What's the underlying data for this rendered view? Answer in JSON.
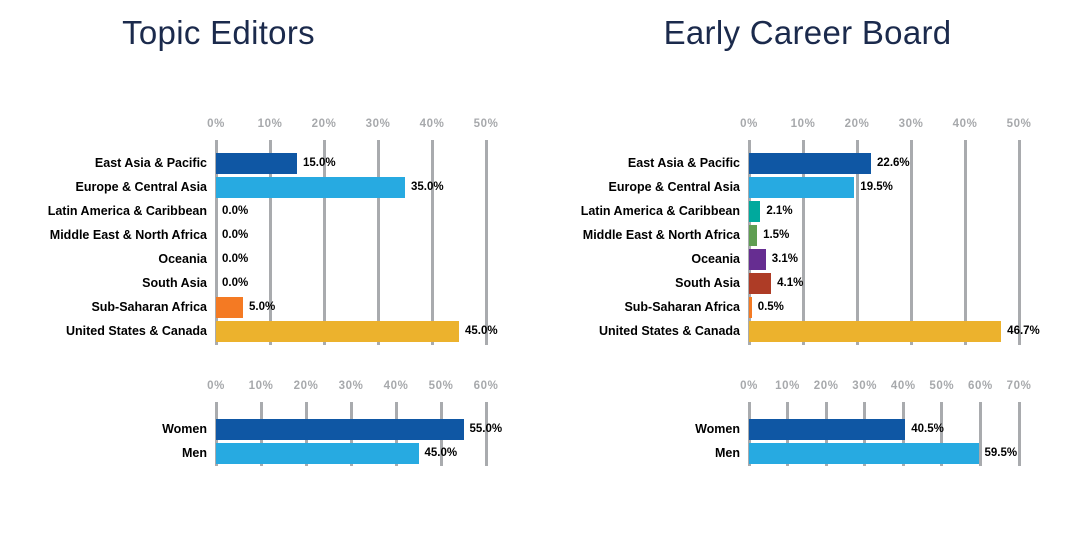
{
  "page": {
    "background": "#ffffff"
  },
  "panels": [
    {
      "title": "Topic Editors"
    },
    {
      "title": "Early Career Board"
    }
  ],
  "palette": {
    "title_navy": "#1b2a4c",
    "grid_gray": "#a9abae",
    "tick_gray": "#a7a9ac",
    "east_asia_pacific": "#0f57a4",
    "europe_central_asia": "#27aae1",
    "latin_america_caribbean": "#00a99d",
    "middle_east_north_africa": "#5f9e52",
    "oceania": "#662d91",
    "south_asia": "#ae3c26",
    "sub_saharan_africa": "#f47a23",
    "united_states_canada": "#ecb22d",
    "women": "#0f57a4",
    "men": "#27aae1"
  },
  "chart_data": [
    {
      "id": "topic-editors-by-region",
      "panel": "Topic Editors",
      "type": "bar",
      "orientation": "horizontal",
      "unit": "%",
      "axis": {
        "min": 0,
        "max": 50,
        "tick_labels": [
          "0%",
          "10%",
          "20%",
          "30%",
          "40%",
          "50%"
        ],
        "grid": true
      },
      "categories": [
        "East Asia & Pacific",
        "Europe & Central Asia",
        "Latin America & Caribbean",
        "Middle East & North Africa",
        "Oceania",
        "South Asia",
        "Sub-Saharan Africa",
        "United States & Canada"
      ],
      "values": [
        15.0,
        35.0,
        0.0,
        0.0,
        0.0,
        0.0,
        5.0,
        45.0
      ],
      "value_labels": [
        "15.0%",
        "35.0%",
        "0.0%",
        "0.0%",
        "0.0%",
        "0.0%",
        "5.0%",
        "45.0%"
      ],
      "bar_colors": [
        "#0f57a4",
        "#27aae1",
        "#00a99d",
        "#5f9e52",
        "#662d91",
        "#ae3c26",
        "#f47a23",
        "#ecb22d"
      ]
    },
    {
      "id": "topic-editors-by-gender",
      "panel": "Topic Editors",
      "type": "bar",
      "orientation": "horizontal",
      "unit": "%",
      "axis": {
        "min": 0,
        "max": 60,
        "tick_labels": [
          "0%",
          "10%",
          "20%",
          "30%",
          "40%",
          "50%",
          "60%"
        ],
        "grid": true
      },
      "categories": [
        "Women",
        "Men"
      ],
      "values": [
        55.0,
        45.0
      ],
      "value_labels": [
        "55.0%",
        "45.0%"
      ],
      "bar_colors": [
        "#0f57a4",
        "#27aae1"
      ]
    },
    {
      "id": "early-career-board-by-region",
      "panel": "Early Career Board",
      "type": "bar",
      "orientation": "horizontal",
      "unit": "%",
      "axis": {
        "min": 0,
        "max": 50,
        "tick_labels": [
          "0%",
          "10%",
          "20%",
          "30%",
          "40%",
          "50%"
        ],
        "grid": true
      },
      "categories": [
        "East Asia & Pacific",
        "Europe & Central Asia",
        "Latin America & Caribbean",
        "Middle East & North Africa",
        "Oceania",
        "South Asia",
        "Sub-Saharan Africa",
        "United States & Canada"
      ],
      "values": [
        22.6,
        19.5,
        2.1,
        1.5,
        3.1,
        4.1,
        0.5,
        46.7
      ],
      "value_labels": [
        "22.6%",
        "19.5%",
        "2.1%",
        "1.5%",
        "3.1%",
        "4.1%",
        "0.5%",
        "46.7%"
      ],
      "bar_colors": [
        "#0f57a4",
        "#27aae1",
        "#00a99d",
        "#5f9e52",
        "#662d91",
        "#ae3c26",
        "#f47a23",
        "#ecb22d"
      ]
    },
    {
      "id": "early-career-board-by-gender",
      "panel": "Early Career Board",
      "type": "bar",
      "orientation": "horizontal",
      "unit": "%",
      "axis": {
        "min": 0,
        "max": 70,
        "tick_labels": [
          "0%",
          "10%",
          "20%",
          "30%",
          "40%",
          "50%",
          "60%",
          "70%"
        ],
        "grid": true
      },
      "categories": [
        "Women",
        "Men"
      ],
      "values": [
        40.5,
        59.5
      ],
      "value_labels": [
        "40.5%",
        "59.5%"
      ],
      "bar_colors": [
        "#0f57a4",
        "#27aae1"
      ]
    }
  ]
}
